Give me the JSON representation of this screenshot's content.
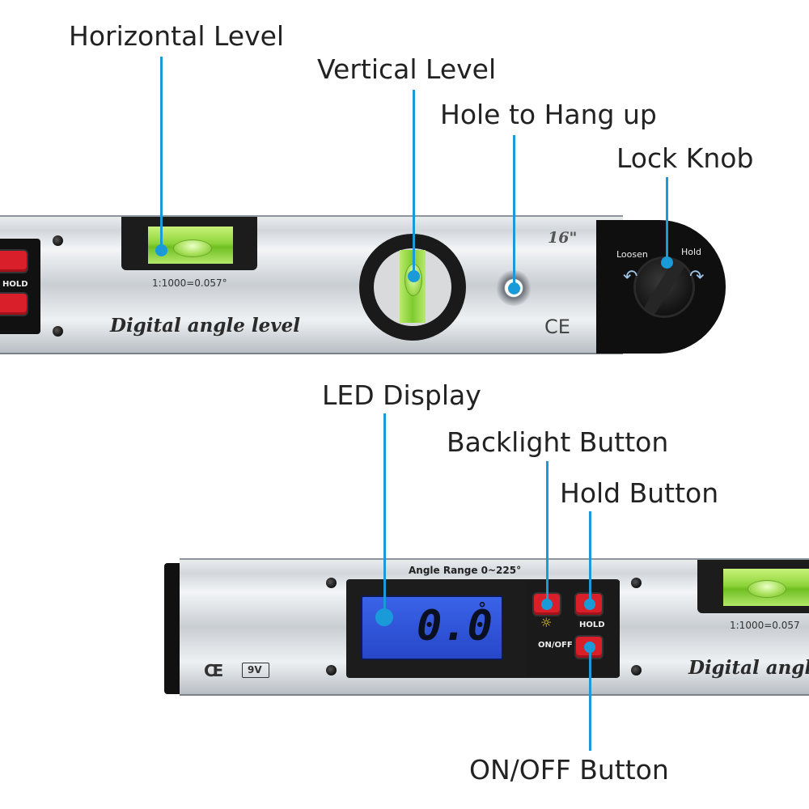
{
  "callouts": {
    "horizontal_level": "Horizontal Level",
    "vertical_level": "Vertical Level",
    "hole_to_hang_up": "Hole to Hang up",
    "lock_knob": "Lock Knob",
    "led_display": "LED Display",
    "backlight_button": "Backlight Button",
    "hold_button": "Hold Button",
    "onoff_button": "ON/OFF Button"
  },
  "tool_top": {
    "hold_label": "HOLD",
    "ratio_label": "1:1000=0.057°",
    "brand_text": "Digital  angle level",
    "size_label": "16\"",
    "ce_mark": "CE",
    "loosen_label": "Loosen",
    "hold_knob_label": "Hold"
  },
  "tool_bottom": {
    "angle_range": "Angle Range 0~225°",
    "display_value": "0.0",
    "degree_symbol": "°",
    "hold_label": "HOLD",
    "onoff_label": "ON/OFF",
    "battery_label": "9V",
    "ce_mark": "CE",
    "ratio_label": "1:1000=0.057",
    "brand_text": "Digital  angle"
  },
  "colors": {
    "leader_line": "#1a9ad9",
    "lcd_background": "#2e52d8",
    "button_red": "#d81f2a",
    "vial_green": "#8ed53a"
  }
}
